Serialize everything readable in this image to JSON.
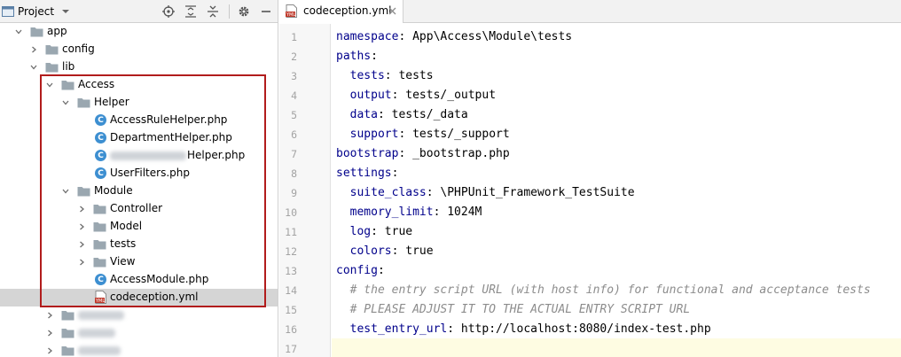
{
  "project_panel": {
    "title": "Project",
    "toolbar_icons": [
      "locate-icon",
      "expand-all-icon",
      "collapse-all-icon",
      "gear-icon",
      "hide-icon"
    ],
    "tree": [
      {
        "label": "app",
        "type": "folder",
        "expanded": true
      },
      {
        "label": "config",
        "type": "folder",
        "expanded": false
      },
      {
        "label": "lib",
        "type": "folder",
        "expanded": true
      },
      {
        "label": "Access",
        "type": "folder",
        "expanded": true
      },
      {
        "label": "Helper",
        "type": "folder",
        "expanded": true
      },
      {
        "label": "AccessRuleHelper.php",
        "type": "php"
      },
      {
        "label": "DepartmentHelper.php",
        "type": "php"
      },
      {
        "label": "Helper.php",
        "type": "php",
        "prefix_redacted": true
      },
      {
        "label": "UserFilters.php",
        "type": "php"
      },
      {
        "label": "Module",
        "type": "folder",
        "expanded": true
      },
      {
        "label": "Controller",
        "type": "folder",
        "expanded": false
      },
      {
        "label": "Model",
        "type": "folder",
        "expanded": false
      },
      {
        "label": "tests",
        "type": "folder",
        "expanded": false
      },
      {
        "label": "View",
        "type": "folder",
        "expanded": false
      },
      {
        "label": "AccessModule.php",
        "type": "php"
      },
      {
        "label": "codeception.yml",
        "type": "yml",
        "selected": true
      },
      {
        "label": "",
        "type": "folder",
        "expanded": false,
        "redacted": true
      },
      {
        "label": "",
        "type": "folder",
        "expanded": false,
        "redacted": true
      },
      {
        "label": "",
        "type": "folder",
        "expanded": false,
        "redacted": true
      }
    ]
  },
  "editor": {
    "tab_label": "codeception.yml",
    "current_line": 17,
    "lines": [
      {
        "n": "1",
        "key": "namespace",
        "rest": ": App\\Access\\Module\\tests"
      },
      {
        "n": "2",
        "key": "paths",
        "rest": ":"
      },
      {
        "n": "3",
        "key": "  tests",
        "rest": ": tests"
      },
      {
        "n": "4",
        "key": "  output",
        "rest": ": tests/_output"
      },
      {
        "n": "5",
        "key": "  data",
        "rest": ": tests/_data"
      },
      {
        "n": "6",
        "key": "  support",
        "rest": ": tests/_support"
      },
      {
        "n": "7",
        "key": "bootstrap",
        "rest": ": _bootstrap.php"
      },
      {
        "n": "8",
        "key": "settings",
        "rest": ":"
      },
      {
        "n": "9",
        "key": "  suite_class",
        "rest": ": \\PHPUnit_Framework_TestSuite"
      },
      {
        "n": "10",
        "key": "  memory_limit",
        "rest": ": 1024M"
      },
      {
        "n": "11",
        "key": "  log",
        "rest": ": true"
      },
      {
        "n": "12",
        "key": "  colors",
        "rest": ": true"
      },
      {
        "n": "13",
        "key": "config",
        "rest": ":"
      },
      {
        "n": "14",
        "comment": "  # the entry script URL (with host info) for functional and acceptance tests"
      },
      {
        "n": "15",
        "comment": "  # PLEASE ADJUST IT TO THE ACTUAL ENTRY SCRIPT URL"
      },
      {
        "n": "16",
        "key": "  test_entry_url",
        "rest": ": http://localhost:8080/index-test.php"
      },
      {
        "n": "17",
        "key": "",
        "rest": ""
      }
    ]
  },
  "colors": {
    "highlight_box": "#b11c1c",
    "yaml_key": "#00008b",
    "comment": "#8c8c8c",
    "php_icon": "#3d8fd1",
    "selected_row": "#d5d5d5"
  }
}
